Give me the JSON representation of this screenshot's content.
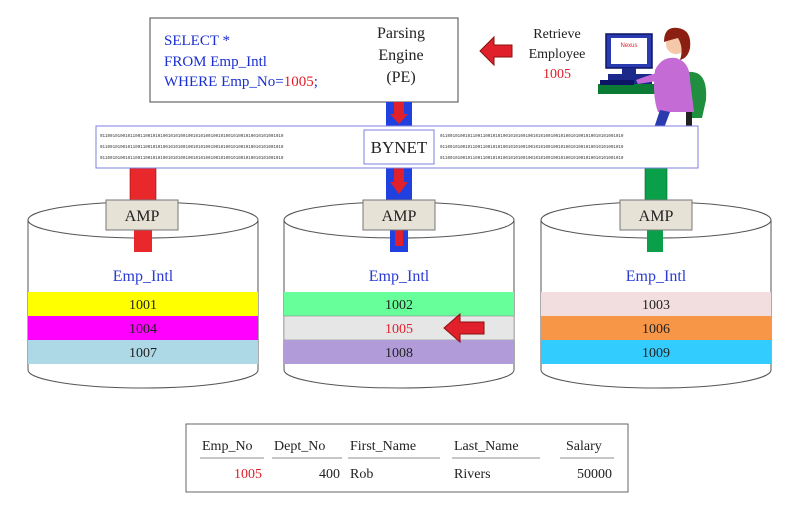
{
  "sql": {
    "line1": "SELECT *",
    "line2": "FROM Emp_Intl",
    "line3_prefix": "WHERE Emp_No=",
    "line3_value": "1005",
    "line3_suffix": ";"
  },
  "pe": {
    "line1": "Parsing",
    "line2": "Engine",
    "line3": "(PE)"
  },
  "retrieve": {
    "line1": "Retrieve",
    "line2": "Employee",
    "value": "1005"
  },
  "monitor_label": "Nexus",
  "bynet": {
    "label": "BYNET",
    "binary_left": "0110010100101100110010101001010100100101010010010100101001010010101001010",
    "binary_right": "0110010100101100110010101001010100100101010010010100101001010010101001010"
  },
  "amps": [
    {
      "label": "AMP",
      "table": "Emp_Intl",
      "rows": [
        {
          "value": "1001",
          "color": "#ffff00"
        },
        {
          "value": "1004",
          "color": "#ff00ff"
        },
        {
          "value": "1007",
          "color": "#add8e6"
        }
      ]
    },
    {
      "label": "AMP",
      "table": "Emp_Intl",
      "rows": [
        {
          "value": "1002",
          "color": "#66ff99"
        },
        {
          "value": "1005",
          "color": "#e6e6e6",
          "highlight": true
        },
        {
          "value": "1008",
          "color": "#b19cd9"
        }
      ]
    },
    {
      "label": "AMP",
      "table": "Emp_Intl",
      "rows": [
        {
          "value": "1003",
          "color": "#f2dede"
        },
        {
          "value": "1006",
          "color": "#f79646"
        },
        {
          "value": "1009",
          "color": "#33ccff"
        }
      ]
    }
  ],
  "result": {
    "headers": [
      "Emp_No",
      "Dept_No",
      "First_Name",
      "Last_Name",
      "Salary"
    ],
    "row": [
      "1005",
      "400",
      "Rob",
      "Rivers",
      "50000"
    ]
  },
  "colors": {
    "sql_blue": "#1a2fd0",
    "highlight_red": "#e0202a",
    "arrow_blue": "#2040e0",
    "amp1_bar": "#e8282b",
    "amp3_bar": "#0aa04a"
  }
}
